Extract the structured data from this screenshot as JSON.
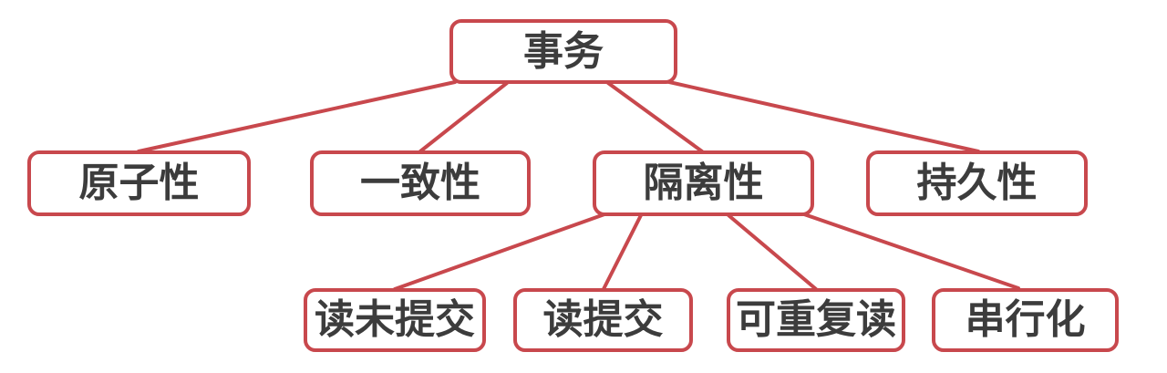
{
  "diagram": {
    "type": "tree",
    "colors": {
      "accent": "#C8484D",
      "node_fill": "#FFFFFF",
      "text": "#3C3C3C",
      "canvas": "#FFFFFF"
    },
    "nodes": {
      "root": {
        "label": "事务"
      },
      "atomicity": {
        "label": "原子性"
      },
      "consistency": {
        "label": "一致性"
      },
      "isolation": {
        "label": "隔离性"
      },
      "durability": {
        "label": "持久性"
      },
      "read_uncommitted": {
        "label": "读未提交"
      },
      "read_committed": {
        "label": "读提交"
      },
      "repeatable_read": {
        "label": "可重复读"
      },
      "serializable": {
        "label": "串行化"
      }
    },
    "edges": [
      {
        "from": "事务",
        "to": "原子性"
      },
      {
        "from": "事务",
        "to": "一致性"
      },
      {
        "from": "事务",
        "to": "隔离性"
      },
      {
        "from": "事务",
        "to": "持久性"
      },
      {
        "from": "隔离性",
        "to": "读未提交"
      },
      {
        "from": "隔离性",
        "to": "读提交"
      },
      {
        "from": "隔离性",
        "to": "可重复读"
      },
      {
        "from": "隔离性",
        "to": "串行化"
      }
    ]
  }
}
